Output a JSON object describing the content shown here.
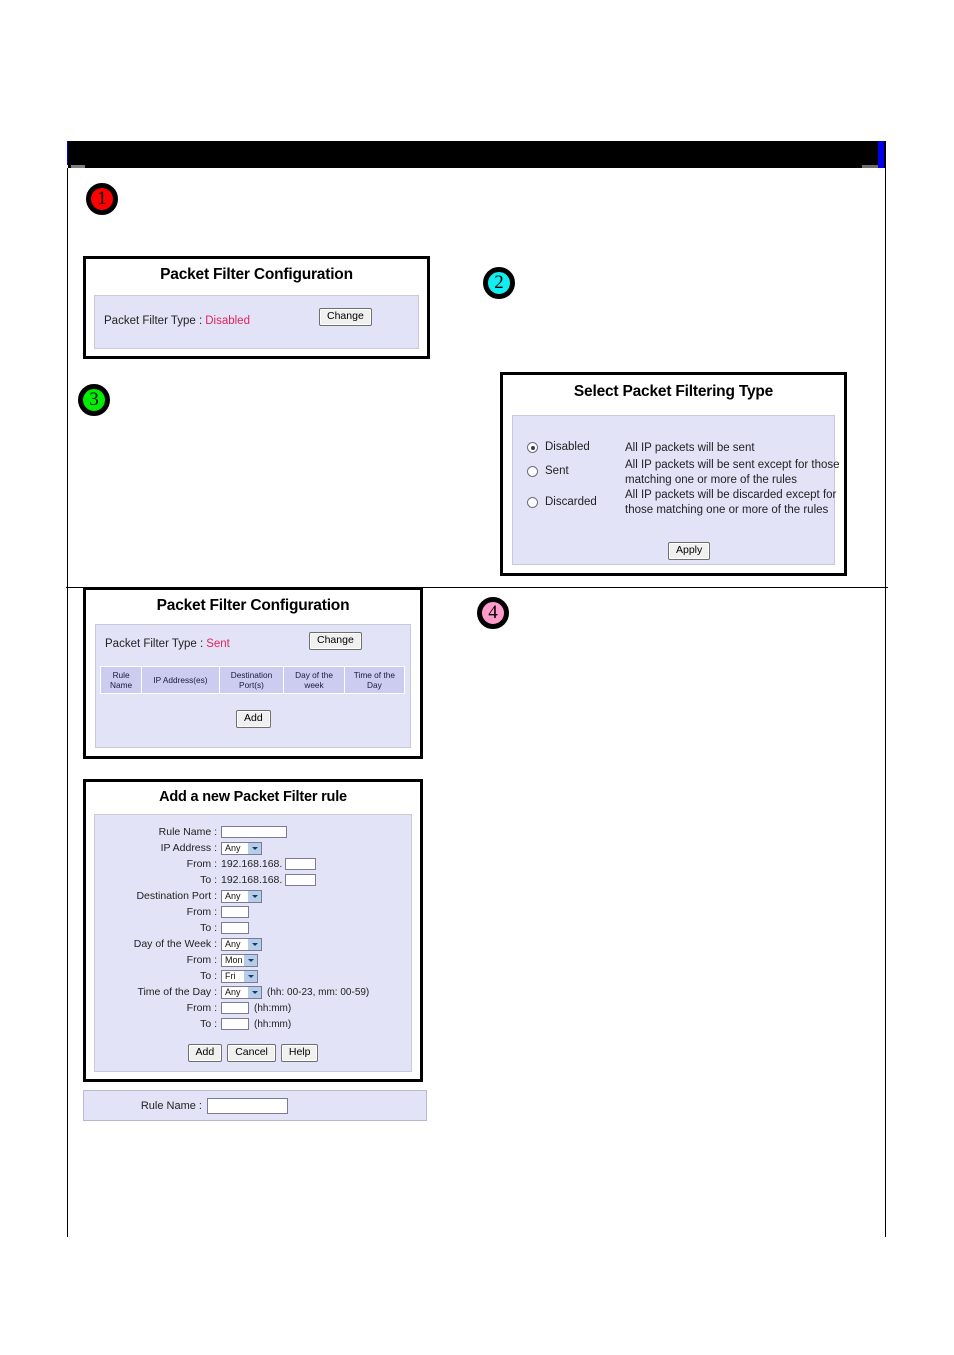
{
  "page": {
    "title_bar_color": "#000000",
    "accent_blue": "#0000ee"
  },
  "badges": [
    {
      "number": "1",
      "color": "#ff0000"
    },
    {
      "number": "2",
      "color": "#13eef1"
    },
    {
      "number": "3",
      "color": "#00ee00"
    },
    {
      "number": "4",
      "color": "#ff9ccb"
    }
  ],
  "packet_filter_disabled": {
    "title": "Packet Filter Configuration",
    "type_label": "Packet Filter Type :",
    "type_value": "Disabled",
    "type_value_color": "#e0245e",
    "change_button": "Change"
  },
  "select_filtering_type": {
    "title": "Select Packet Filtering Type",
    "options": [
      {
        "label": "Disabled",
        "selected": true,
        "description": "All IP packets will be sent"
      },
      {
        "label": "Sent",
        "selected": false,
        "description": "All IP packets will be sent except for those matching one or more of the rules"
      },
      {
        "label": "Discarded",
        "selected": false,
        "description": "All IP packets will be discarded except for those matching one or more of the rules"
      }
    ],
    "apply_button": "Apply"
  },
  "packet_filter_sent": {
    "title": "Packet Filter Configuration",
    "type_label": "Packet Filter Type :",
    "type_value": "Sent",
    "type_value_color": "#e0245e",
    "change_button": "Change",
    "table_headers": [
      "Rule Name",
      "IP Address(es)",
      "Destination Port(s)",
      "Day of the week",
      "Time of the Day"
    ],
    "table_rows": [],
    "add_button": "Add"
  },
  "add_rule_form": {
    "title": "Add a new Packet Filter rule",
    "fields": {
      "rule_name_label": "Rule Name :",
      "rule_name_value": "",
      "ip_address_label": "IP Address :",
      "ip_address_select": "Any",
      "ip_from_label": "From :",
      "ip_from_prefix": "192.168.168.",
      "ip_from_value": "",
      "ip_to_label": "To :",
      "ip_to_prefix": "192.168.168.",
      "ip_to_value": "",
      "dest_port_label": "Destination Port :",
      "dest_port_select": "Any",
      "port_from_label": "From :",
      "port_from_value": "",
      "port_to_label": "To :",
      "port_to_value": "",
      "day_week_label": "Day of the Week :",
      "day_week_select": "Any",
      "day_from_label": "From :",
      "day_from_select": "Mon",
      "day_to_label": "To :",
      "day_to_select": "Fri",
      "time_day_label": "Time of the Day :",
      "time_day_select": "Any",
      "time_day_hint": "(hh: 00-23, mm: 00-59)",
      "time_from_label": "From :",
      "time_from_value": "",
      "time_from_hint": "(hh:mm)",
      "time_to_label": "To :",
      "time_to_value": "",
      "time_to_hint": "(hh:mm)"
    },
    "buttons": {
      "add": "Add",
      "cancel": "Cancel",
      "help": "Help"
    }
  },
  "bottom_rule_strip": {
    "label": "Rule Name :",
    "value": ""
  }
}
